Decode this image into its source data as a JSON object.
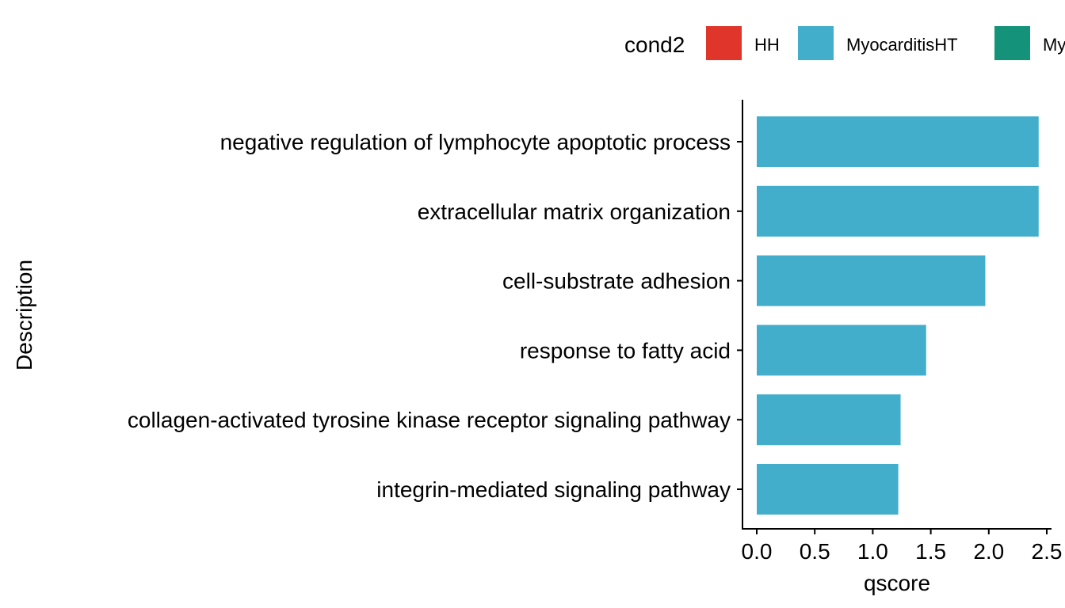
{
  "chart_data": {
    "type": "bar",
    "orientation": "horizontal",
    "categories": [
      "negative regulation of lymphocyte apoptotic process",
      "extracellular matrix organization",
      "cell-substrate adhesion",
      "response to fatty acid",
      "collagen-activated tyrosine kinase receptor signaling pathway",
      "integrin-mediated signaling pathway"
    ],
    "series": [
      {
        "name": "MyocarditisHT",
        "color": "#42AECC",
        "values": [
          2.43,
          2.43,
          1.97,
          1.46,
          1.24,
          1.22
        ]
      }
    ],
    "xlabel": "qscore",
    "ylabel": "Description",
    "xlim": [
      -0.1,
      2.5
    ],
    "x_ticks": [
      0.0,
      0.5,
      1.0,
      1.5,
      2.0,
      2.5
    ],
    "x_tick_labels": [
      "0.0",
      "0.5",
      "1.0",
      "1.5",
      "2.0",
      "2.5"
    ],
    "grid": false,
    "legend": {
      "title": "cond2",
      "position": "top",
      "items": [
        {
          "label": "HH",
          "color": "#E0352B"
        },
        {
          "label": "MyocarditisHT",
          "color": "#42AECC"
        },
        {
          "label": "My",
          "color": "#14937A"
        }
      ]
    }
  }
}
